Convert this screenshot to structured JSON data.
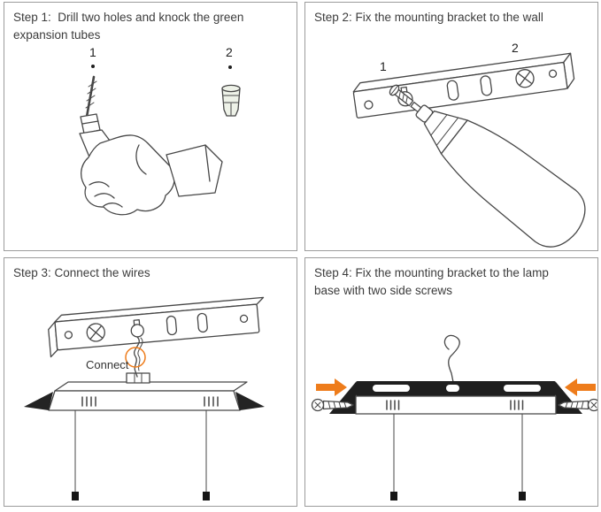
{
  "colors": {
    "accent_orange": "#ee7c1b",
    "sketch_line": "#474747",
    "panel_border": "#9c9c9c",
    "lamp_black": "#1f1f1f",
    "text": "#3c3c3c"
  },
  "panels": {
    "step1": {
      "title": "Step 1:  Drill two holes and knock the green expansion tubes",
      "callout_1": "1",
      "callout_2": "2"
    },
    "step2": {
      "title": "Step 2: Fix the mounting bracket to the wall",
      "callout_1": "1",
      "callout_2": "2"
    },
    "step3": {
      "title": "Step 3: Connect the wires",
      "connect_label": "Connect"
    },
    "step4": {
      "title": "Step 4: Fix the mounting bracket to the lamp base with two side screws"
    }
  }
}
